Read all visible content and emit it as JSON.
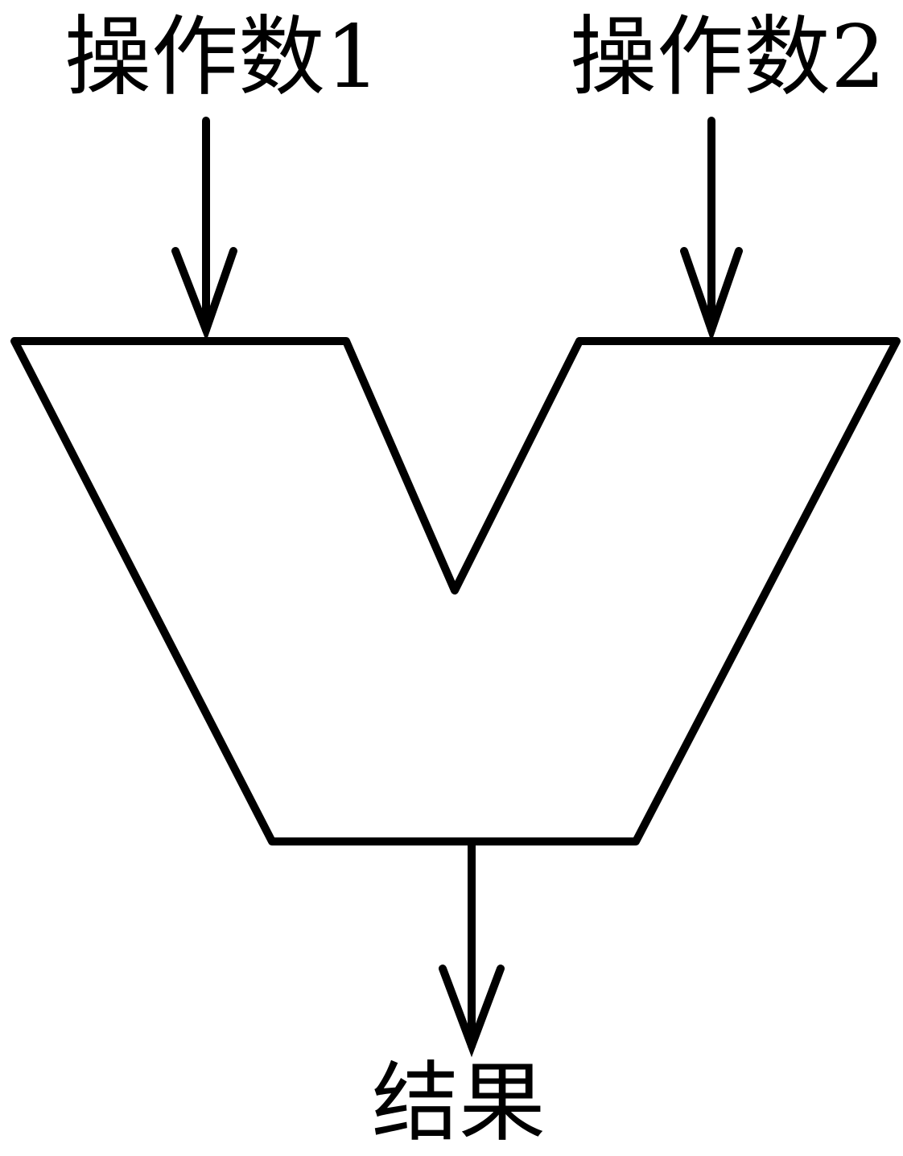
{
  "diagram": {
    "inputs": [
      {
        "label": "操作数1"
      },
      {
        "label": "操作数2"
      }
    ],
    "output": {
      "label": "结果"
    },
    "colors": {
      "stroke": "#000000",
      "background": "#ffffff"
    }
  }
}
